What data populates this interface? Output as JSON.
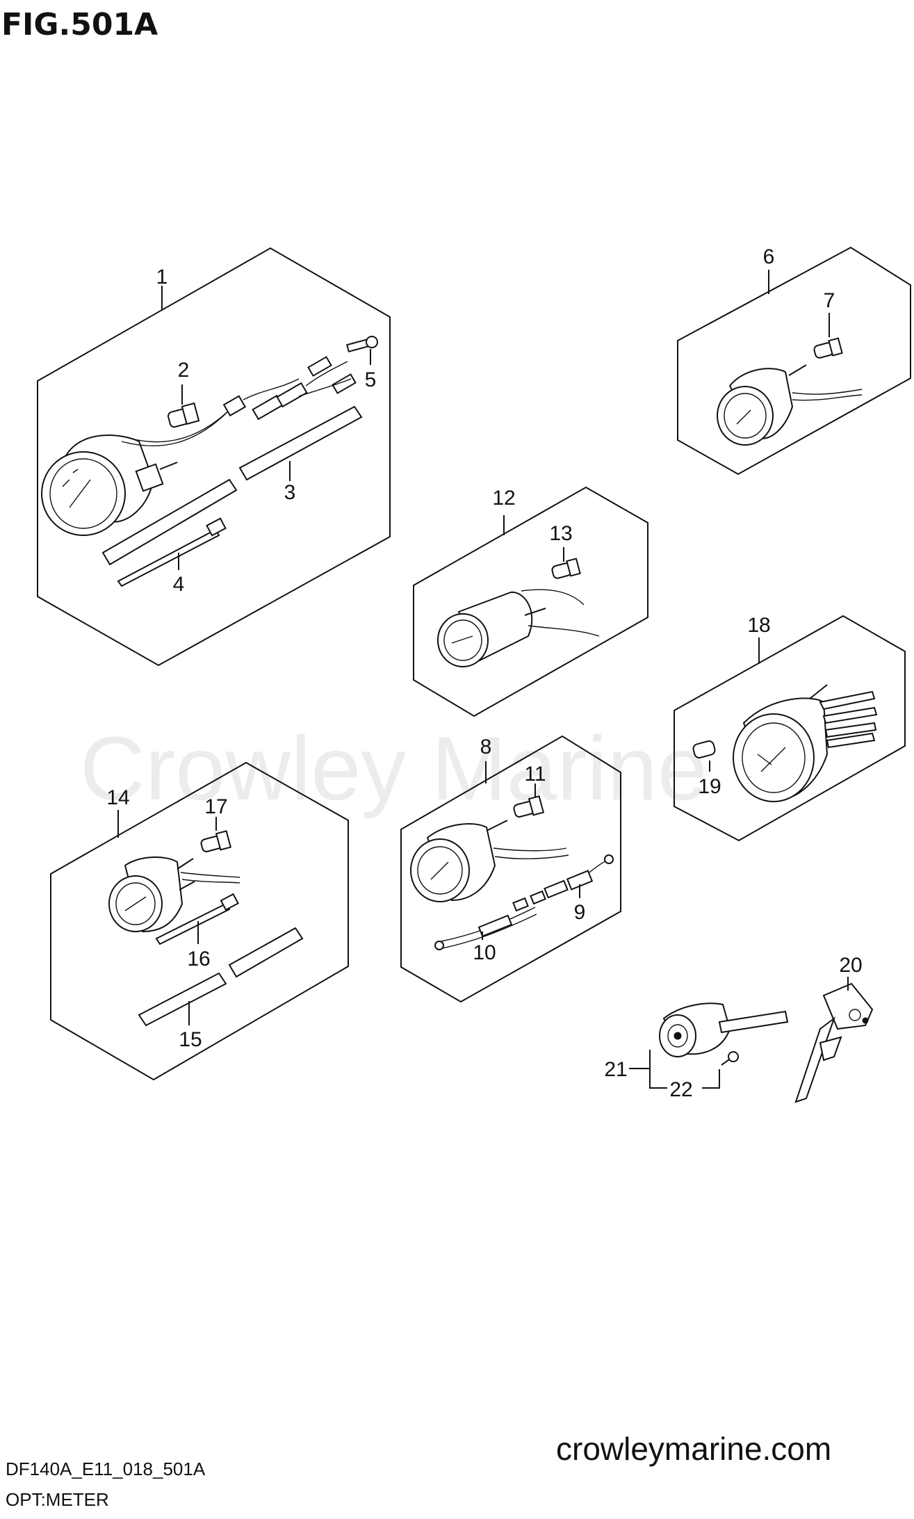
{
  "figure": {
    "title": "FIG.501A",
    "code": "DF140A_E11_018_501A",
    "subtitle": "OPT:METER"
  },
  "branding": {
    "watermark": "Crowley Marine",
    "website": "crowleymarine.com"
  },
  "parts": {
    "p1": "1",
    "p2": "2",
    "p3": "3",
    "p4": "4",
    "p5": "5",
    "p6": "6",
    "p7": "7",
    "p8": "8",
    "p9": "9",
    "p10": "10",
    "p11": "11",
    "p12": "12",
    "p13": "13",
    "p14": "14",
    "p15": "15",
    "p16": "16",
    "p17": "17",
    "p18": "18",
    "p19": "19",
    "p20": "20",
    "p21": "21",
    "p22": "22"
  }
}
